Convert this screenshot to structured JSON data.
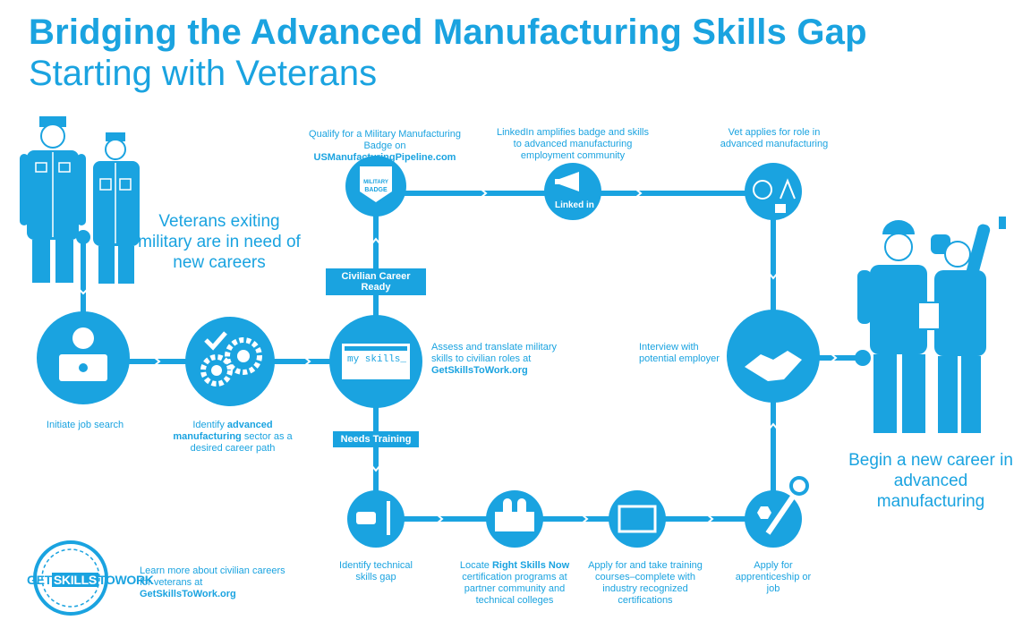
{
  "header": {
    "title": "Bridging the Advanced Manufacturing Skills Gap",
    "subtitle": "Starting with Veterans"
  },
  "intro": {
    "text": "Veterans exiting military are in need of new careers"
  },
  "outcome": {
    "text": "Begin a new career in advanced manufacturing"
  },
  "branches": {
    "civilian": "Civilian Career Ready",
    "training": "Needs Training"
  },
  "steps": {
    "initiate": "Initiate job search",
    "identify_pre": "Identify ",
    "identify_bold": "advanced manufacturing",
    "identify_post": " sector as a desired career path",
    "assess_pre": "Assess and translate military skills to civilian roles at ",
    "assess_bold": "GetSkillsToWork.org",
    "badge_pre": "Qualify for a Military Manufacturing Badge on ",
    "badge_bold": "USManufacturingPipeline.com",
    "linkedin": "LinkedIn amplifies badge and skills to advanced manufacturing employment community",
    "vet_applies": "Vet applies for role in advanced manufacturing",
    "interview": "Interview with potential employer",
    "technical": "Identify technical skills gap",
    "locate_pre": "Locate ",
    "locate_bold": "Right Skills Now",
    "locate_post": " certification programs at partner community and technical colleges",
    "training": "Apply for and take training courses–complete with industry recognized certifications",
    "apprentice": "Apply for apprenticeship or job"
  },
  "skills_box": {
    "text": "my skills_"
  },
  "badge_icon": {
    "top": "MILITARY",
    "bottom": "BADGE"
  },
  "linkedin_icon": {
    "text": "Linked in"
  },
  "footer": {
    "logo_get": "GET",
    "logo_skills": "SKILLS",
    "logo_to": "TO",
    "logo_work": "WORK",
    "learn_pre": "Learn more about civilian careers for veterans at ",
    "learn_bold": "GetSkillsToWork.org"
  },
  "colors": {
    "primary": "#1aa3e0",
    "background": "#ffffff"
  },
  "icons": [
    "laptop-icon",
    "checkmark-icon",
    "gears-icon",
    "badge-icon",
    "megaphone-icon",
    "person-icon",
    "oil-derrick-icon",
    "handshake-icon",
    "screwdriver-icon",
    "college-building-icon",
    "certificate-icon",
    "wrench-icon",
    "hex-nut-icon"
  ]
}
